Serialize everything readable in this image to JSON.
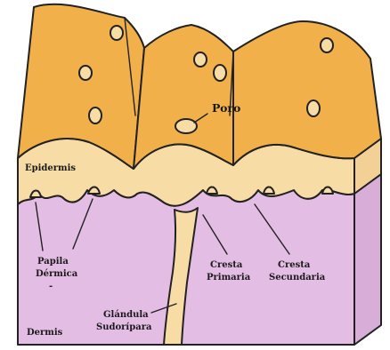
{
  "labels": {
    "poro": "Poro",
    "epidermis": "Epidermis",
    "papila_line1": "Papila",
    "papila_line2": "Dérmica",
    "papila_line3": "-",
    "cresta_primaria_line1": "Cresta",
    "cresta_primaria_line2": "Primaria",
    "cresta_secundaria_line1": "Cresta",
    "cresta_secundaria_line2": "Secundaria",
    "glandula_line1": "Glándula",
    "glandula_line2": "Sudorípara",
    "dermis": "Dermis"
  },
  "colors": {
    "ridge_top": "#f2b04a",
    "epidermis": "#f8dca6",
    "dermis": "#e4bde4",
    "dermis_side": "#d8aed8",
    "pore_fill": "#f8dca6",
    "outline": "#222222"
  },
  "icons": {
    "pore": "pore-oval",
    "leader": "leader-line"
  }
}
